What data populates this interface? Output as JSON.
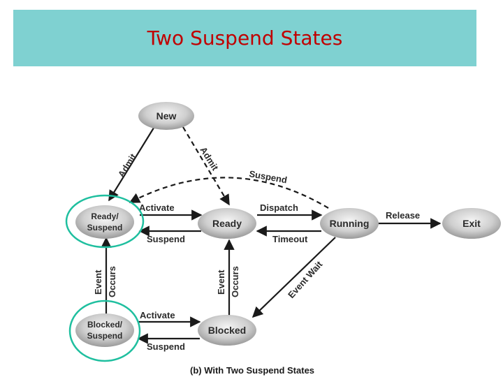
{
  "slide": {
    "title": "Two Suspend States",
    "caption": "(b) With Two Suspend States"
  },
  "colors": {
    "title_bar": "#7fd1d1",
    "title_text": "#c00000",
    "highlight_ring": "#1fbf9f"
  },
  "nodes": {
    "new": "New",
    "ready": "Ready",
    "running": "Running",
    "exit": "Exit",
    "blocked": "Blocked",
    "ready_suspend": [
      "Ready/",
      "Suspend"
    ],
    "blocked_suspend": [
      "Blocked/",
      "Suspend"
    ]
  },
  "edges": {
    "admit_left": "Admit",
    "admit_right": "Admit",
    "suspend_top": "Suspend",
    "activate_top": "Activate",
    "suspend_mid": "Suspend",
    "dispatch": "Dispatch",
    "timeout": "Timeout",
    "release": "Release",
    "event_occurs_left": [
      "Event",
      "Occurs"
    ],
    "event_occurs_mid": [
      "Event",
      "Occurs"
    ],
    "event_wait": "Event Wait",
    "activate_bottom": "Activate",
    "suspend_bottom": "Suspend"
  }
}
